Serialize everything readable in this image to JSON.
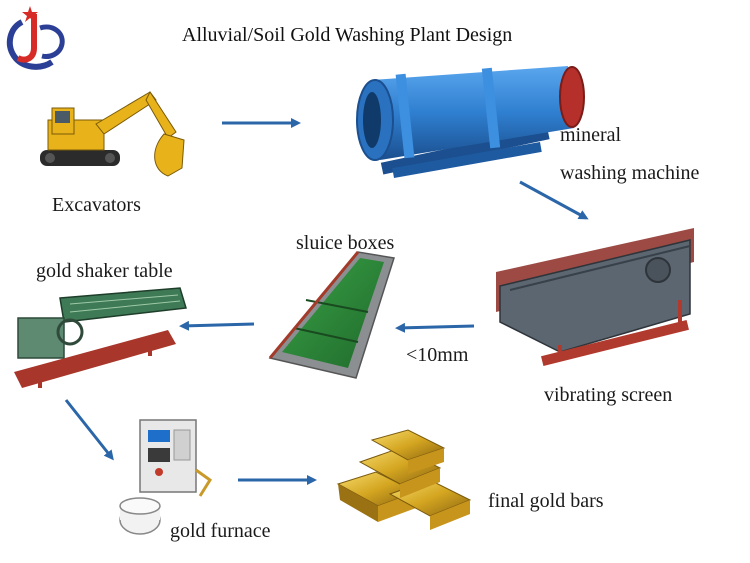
{
  "title": "Alluvial/Soil Gold Washing Plant Design",
  "colors": {
    "arrow": "#2a66a8",
    "excavator": "#e8b21a",
    "washer": "#2f7fd0",
    "screen": "#5b6670",
    "sluice_green": "#2f8a3a",
    "shaker_green": "#2e6b43",
    "gold": "#d4a621",
    "logo_blue": "#2c3f96",
    "logo_red": "#d62b27"
  },
  "steps": {
    "excavators": "Excavators",
    "mineral": "mineral",
    "washing_machine": "washing machine",
    "vibrating_screen": "vibrating screen",
    "size": "<10mm",
    "sluice_boxes": "sluice boxes",
    "shaker_table": "gold shaker table",
    "furnace": "gold furnace",
    "gold_bars": "final gold bars"
  }
}
